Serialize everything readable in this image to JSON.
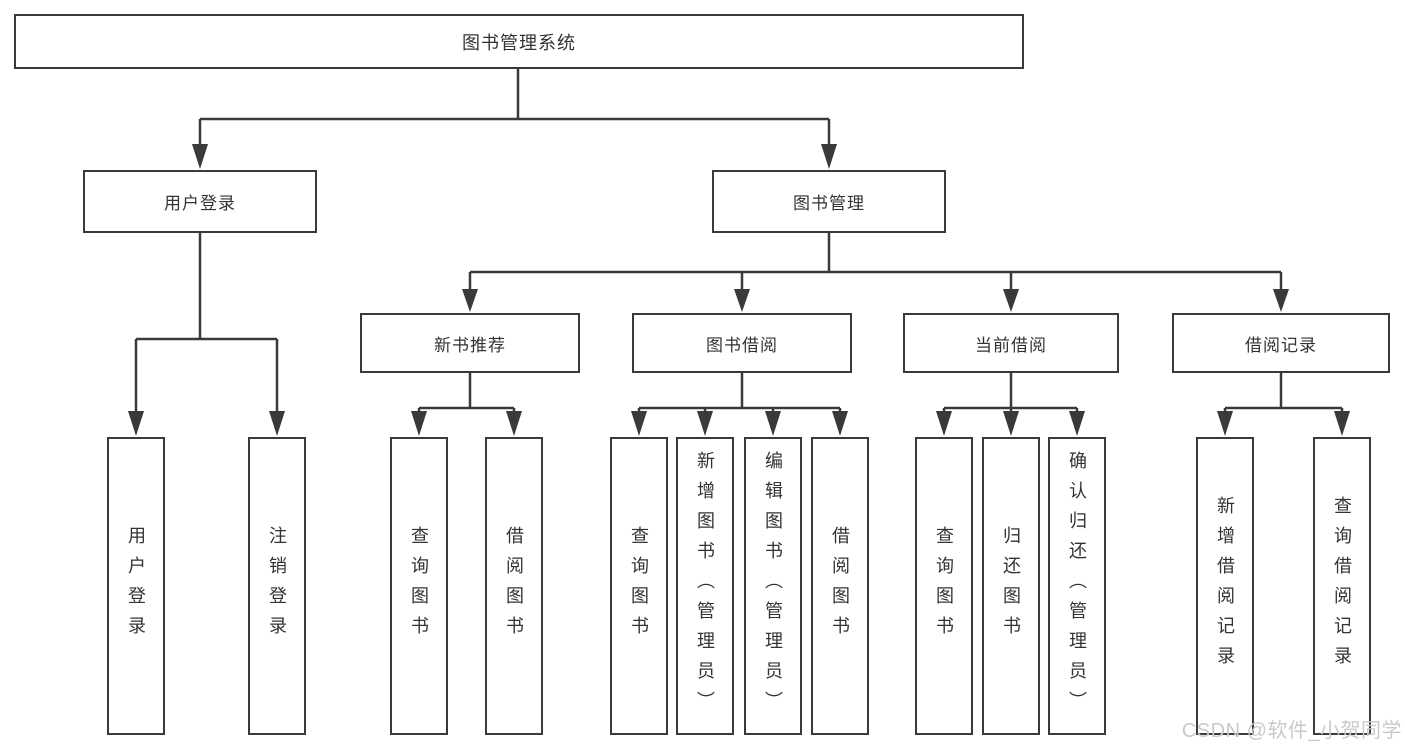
{
  "diagram": {
    "root": {
      "label": "图书管理系统"
    },
    "branches": [
      {
        "label": "用户登录",
        "children": [
          {
            "label": "用户登录"
          },
          {
            "label": "注销登录"
          }
        ]
      },
      {
        "label": "图书管理",
        "children": [
          {
            "label": "新书推荐",
            "children": [
              {
                "label": "查询图书"
              },
              {
                "label": "借阅图书"
              }
            ]
          },
          {
            "label": "图书借阅",
            "children": [
              {
                "label": "查询图书"
              },
              {
                "label": "新增图书（管理员）"
              },
              {
                "label": "编辑图书（管理员）"
              },
              {
                "label": "借阅图书"
              }
            ]
          },
          {
            "label": "当前借阅",
            "children": [
              {
                "label": "查询图书"
              },
              {
                "label": "归还图书"
              },
              {
                "label": "确认归还（管理员）"
              }
            ]
          },
          {
            "label": "借阅记录",
            "children": [
              {
                "label": "新增借阅记录"
              },
              {
                "label": "查询借阅记录"
              }
            ]
          }
        ]
      }
    ]
  },
  "watermark": {
    "text": "CSDN @软件_小贺同学"
  },
  "colors": {
    "line": "#3a3a3a",
    "text": "#333333",
    "watermark": "#c9c9c9",
    "background": "#ffffff"
  }
}
